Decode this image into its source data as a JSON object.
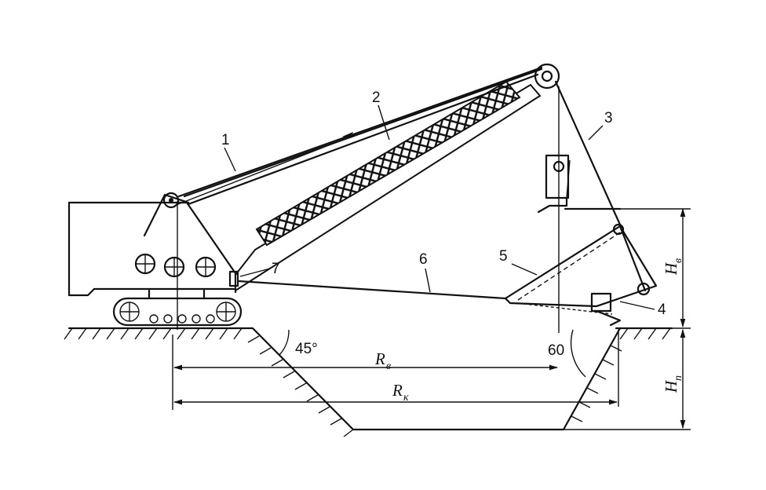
{
  "labels": {
    "boom_pendant": "1",
    "boom": "2",
    "hoist_rope": "3",
    "bucket_teeth": "4",
    "bucket": "5",
    "drag_rope": "6",
    "fairlead": "7",
    "angle_45": "45°",
    "angle_60": "60",
    "r_unload": "R",
    "r_unload_sub": "в",
    "r_dig": "R",
    "r_dig_sub": "к",
    "h_unload": "H",
    "h_unload_sub": "в",
    "h_dig": "H",
    "h_dig_sub": "п"
  }
}
